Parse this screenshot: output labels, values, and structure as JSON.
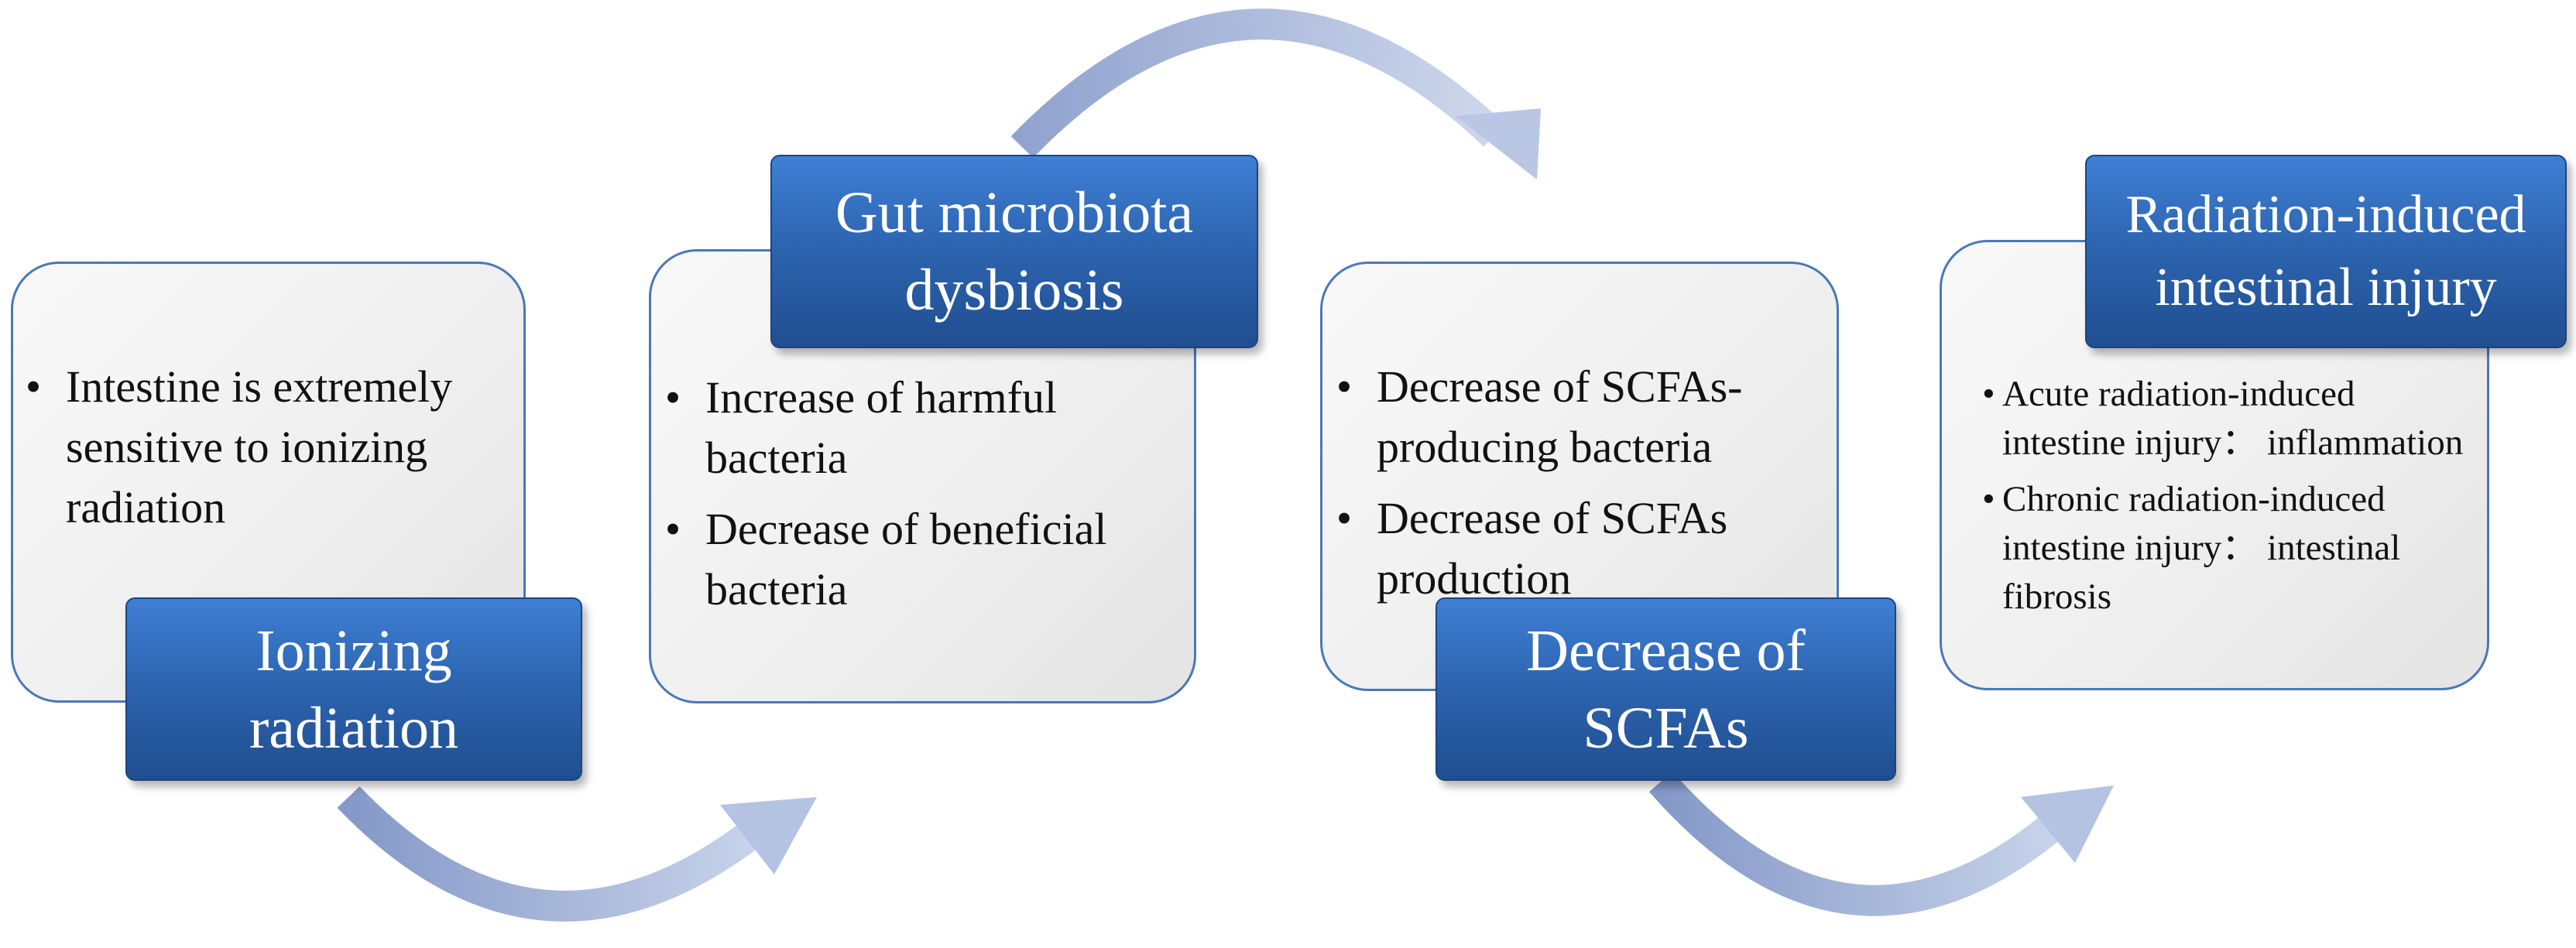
{
  "stages": [
    {
      "title": "Ionizing\nradiation",
      "bullets": [
        "Intestine is extremely sensitive to ionizing radiation"
      ]
    },
    {
      "title": "Gut microbiota\ndysbiosis",
      "bullets": [
        "Increase of harmful bacteria",
        "Decrease of beneficial bacteria"
      ]
    },
    {
      "title": "Decrease of\nSCFAs",
      "bullets": [
        "Decrease of  SCFAs-producing bacteria",
        "Decrease of SCFAs production"
      ]
    },
    {
      "title": "Radiation-induced\nintestinal injury",
      "bullets": [
        "Acute radiation-induced intestine injury： inflammation",
        "Chronic radiation-induced intestine injury： intestinal fibrosis"
      ]
    }
  ],
  "colors": {
    "label_fill": "#2c63ae",
    "box_border": "#4a78b8",
    "box_fill": "#f0f0f0",
    "arrow": "#9aaed4"
  }
}
